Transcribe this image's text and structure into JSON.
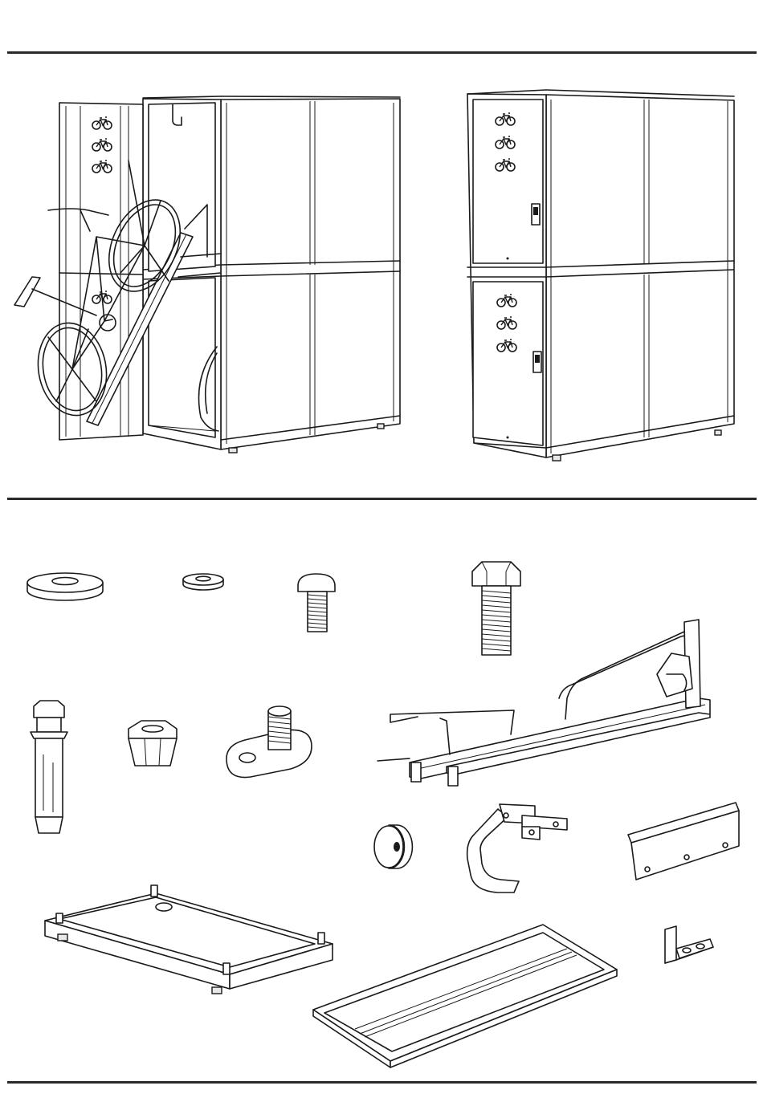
{
  "page": {
    "background": "#ffffff",
    "line_color": "#1a1a1a"
  },
  "sections": [
    {
      "name": "assembled-views",
      "items": [
        "open-locker-with-bike",
        "closed-locker"
      ]
    },
    {
      "name": "parts-list",
      "items": [
        "large-washer",
        "small-washer",
        "pan-head-screw",
        "hex-bolt",
        "anchor-bolt",
        "hex-nut",
        "leveling-foot",
        "bike-rack-rail",
        "rubber-bumper",
        "door-handle",
        "angle-bracket",
        "base-frame",
        "roof-frame",
        "l-bracket"
      ]
    }
  ],
  "icons": [
    "bicycle-icon"
  ]
}
